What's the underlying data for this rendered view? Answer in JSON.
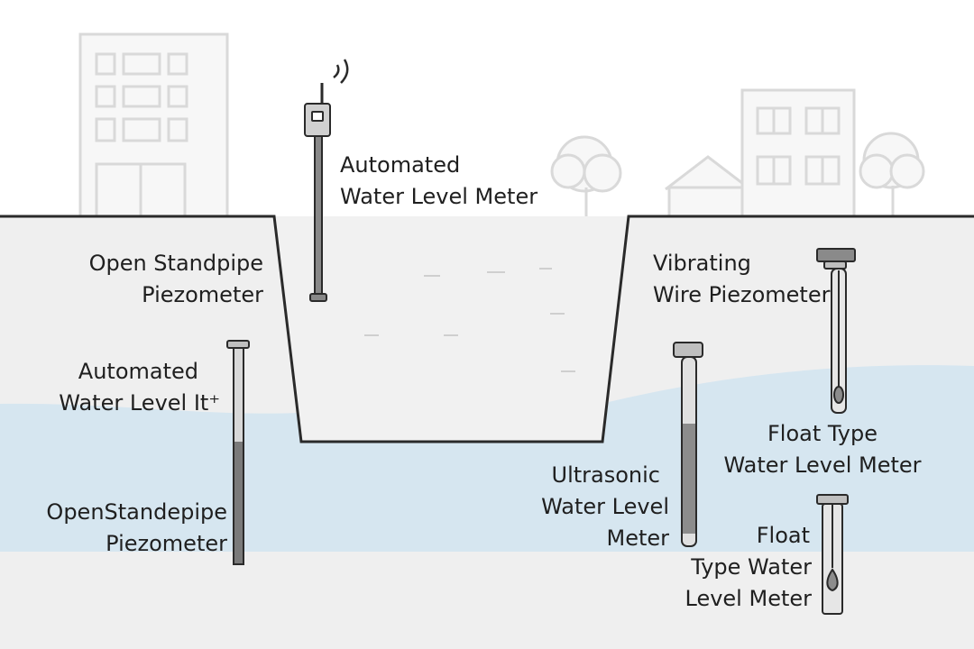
{
  "labels": {
    "automated_top": {
      "line1": "Automated",
      "line2": "Water Level Meter"
    },
    "open_standpipe_top": {
      "line1": "Open Standpipe",
      "line2": "Piezometer"
    },
    "automated_left": {
      "line1": "Automated",
      "line2": "Water Level It⁺"
    },
    "open_standpipe_bottom": {
      "line1": "OpenStandepipe",
      "line2": "Piezometer"
    },
    "vibrating_wire": {
      "line1": "Vibrating",
      "line2": "Wire Piezometer"
    },
    "float_type_upper": {
      "line1": "Float Type",
      "line2": "Water Level Meter"
    },
    "ultrasonic": {
      "line1": "Ultrasonic",
      "line2": "Water Level",
      "line3": "Meter"
    },
    "float_type_lower": {
      "line1": "Float",
      "line2": "Type Water",
      "line3": "Level Meter"
    }
  },
  "colors": {
    "ground": "#efefef",
    "water": "#d6e6f0",
    "outline": "#2a2a2a",
    "instrument": "#888888",
    "background_buildings": "#d9d9d9"
  }
}
